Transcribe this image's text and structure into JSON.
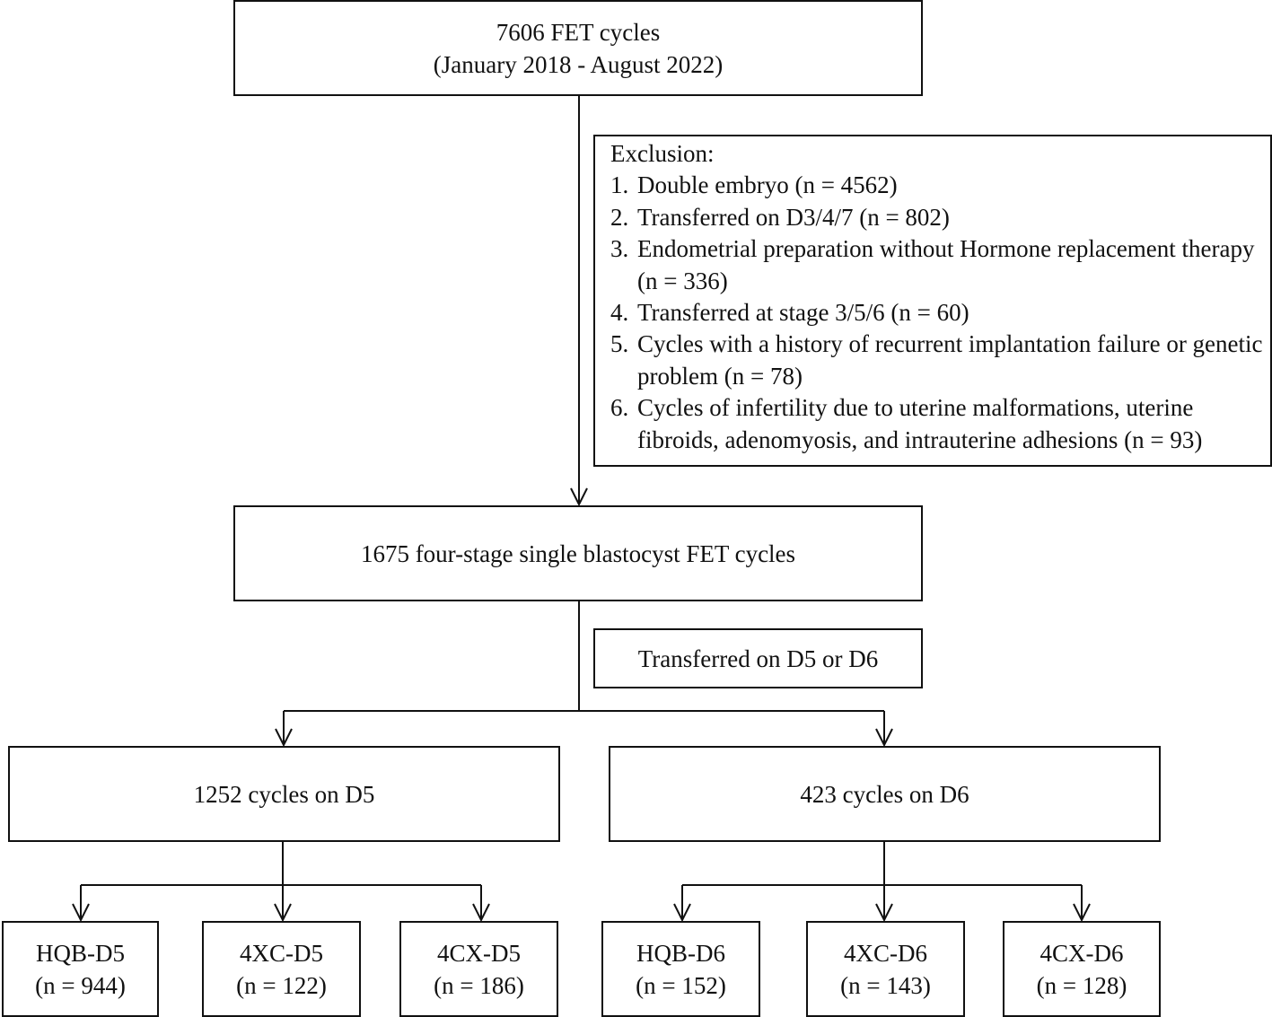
{
  "top": {
    "line1": "7606 FET cycles",
    "line2": "(January 2018 - August 2022)"
  },
  "exclusion": {
    "title": "Exclusion:",
    "items": [
      {
        "num": "1.",
        "text": "Double embryo (n = 4562)"
      },
      {
        "num": "2.",
        "text": "Transferred on D3/4/7 (n = 802)"
      },
      {
        "num": "3.",
        "text": "Endometrial preparation without Hormone replacement therapy (n = 336)"
      },
      {
        "num": "4.",
        "text": "Transferred at stage 3/5/6 (n = 60)"
      },
      {
        "num": "5.",
        "text": "Cycles with a history of recurrent implantation failure or genetic problem (n = 78)"
      },
      {
        "num": "6.",
        "text": "Cycles of infertility due to uterine malformations, uterine fibroids, adenomyosis, and intrauterine adhesions (n = 93)"
      }
    ]
  },
  "middle": {
    "text": "1675 four-stage single blastocyst FET cycles"
  },
  "split_label": {
    "text": "Transferred on D5 or D6"
  },
  "d5": {
    "text": "1252 cycles on D5"
  },
  "d6": {
    "text": "423 cycles on D6"
  },
  "leaves": [
    {
      "name": "HQB-D5",
      "n": "(n = 944)"
    },
    {
      "name": "4XC-D5",
      "n": "(n = 122)"
    },
    {
      "name": "4CX-D5",
      "n": "(n = 186)"
    },
    {
      "name": "HQB-D6",
      "n": "(n = 152)"
    },
    {
      "name": "4XC-D6",
      "n": "(n = 143)"
    },
    {
      "name": "4CX-D6",
      "n": "(n = 128)"
    }
  ]
}
